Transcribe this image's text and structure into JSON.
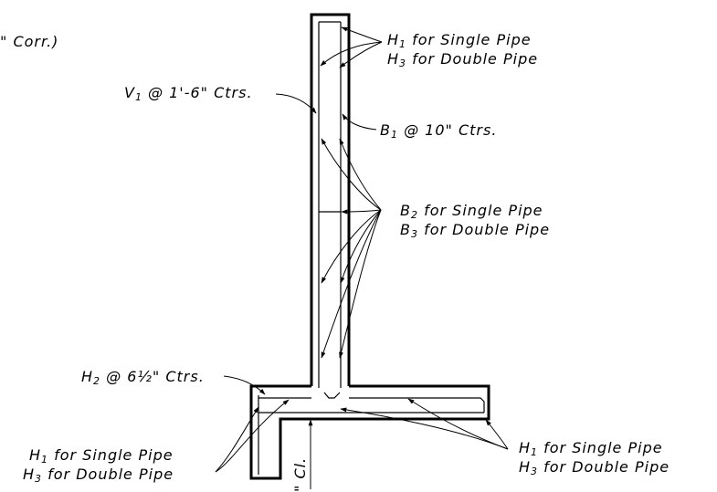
{
  "labels": {
    "corr_fragment": "\" Corr.)",
    "h1_single_top": {
      "main": "H",
      "sub": "1",
      "rest": " for Single Pipe"
    },
    "h3_double_top": {
      "main": "H",
      "sub": "3",
      "rest": " for Double Pipe"
    },
    "v1_spacing": {
      "main": "V",
      "sub": "1",
      "rest": " @ 1'-6\" Ctrs."
    },
    "b1_spacing": {
      "main": "B",
      "sub": "1",
      "rest": " @ 10\" Ctrs."
    },
    "b2_single": {
      "main": "B",
      "sub": "2",
      "rest": " for Single Pipe"
    },
    "b3_double": {
      "main": "B",
      "sub": "3",
      "rest": " for Double Pipe"
    },
    "h2_spacing": {
      "main": "H",
      "sub": "2",
      "rest": " @ 6½\" Ctrs."
    },
    "h1_single_left": {
      "main": "H",
      "sub": "1",
      "rest": " for Single Pipe"
    },
    "h3_double_left": {
      "main": "H",
      "sub": "3",
      "rest": " for Double Pipe"
    },
    "h1_single_right": {
      "main": "H",
      "sub": "1",
      "rest": " for Single Pipe"
    },
    "h3_double_right": {
      "main": "H",
      "sub": "3",
      "rest": " for Double Pipe"
    },
    "clearance_fragment": "\" Cl."
  }
}
